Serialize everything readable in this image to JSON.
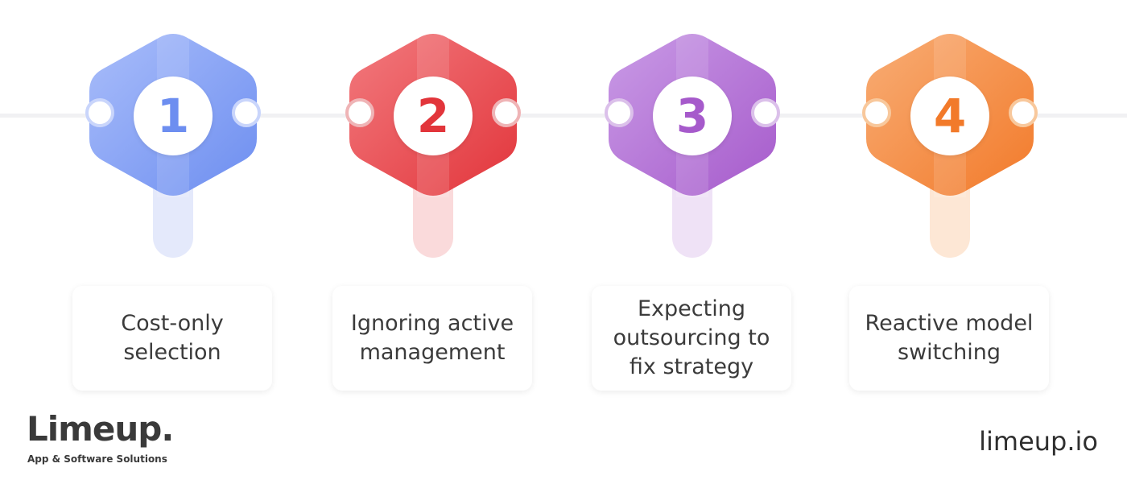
{
  "steps": [
    {
      "number": "1",
      "label": "Cost-only selection",
      "color": "#6d8ef0",
      "color_light": "#a9bdfa",
      "stem_color": "#e4e9fb",
      "node_border": "#c9d5fb"
    },
    {
      "number": "2",
      "label": "Ignoring active management",
      "color": "#e2353b",
      "color_light": "#f27a7e",
      "stem_color": "#fadadb",
      "node_border": "#efb4b6"
    },
    {
      "number": "3",
      "label": "Expecting outsourcing to fix strategy",
      "color": "#a65acb",
      "color_light": "#c99be6",
      "stem_color": "#efe2f6",
      "node_border": "#dbc0ea"
    },
    {
      "number": "4",
      "label": "Reactive model switching",
      "color": "#f27a2a",
      "color_light": "#f8ad75",
      "stem_color": "#fde7d5",
      "node_border": "#f8c89c"
    }
  ],
  "brand": {
    "logo": "Limeup.",
    "tagline": "App & Software Solutions",
    "url": "limeup.io"
  }
}
